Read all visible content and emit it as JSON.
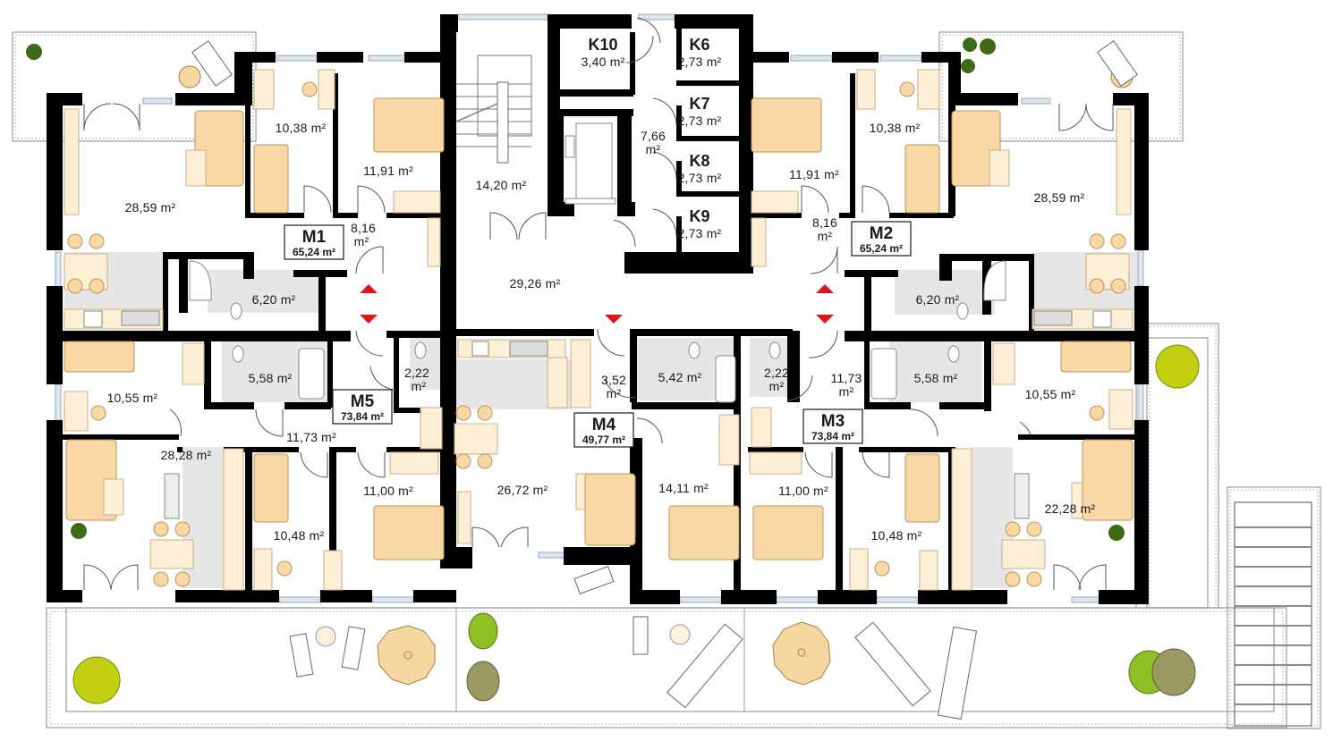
{
  "plan": {
    "title": "Floor plan",
    "colors": {
      "walls": "#000000",
      "furniture": "#f9d8a6",
      "wet_room_floor": "#e6e6e6",
      "circulation_arrows": "#e0141c",
      "plants_lime": "#c2cf13",
      "plants_olive": "#9c9a63"
    }
  },
  "apartments": {
    "m1": {
      "name": "M1",
      "area": "65,24 m²"
    },
    "m2": {
      "name": "M2",
      "area": "65,24 m²"
    },
    "m3": {
      "name": "M3",
      "area": "73,84 m²"
    },
    "m4": {
      "name": "M4",
      "area": "49,77 m²"
    },
    "m5": {
      "name": "M5",
      "area": "73,84 m²"
    }
  },
  "storage": {
    "k6": {
      "name": "K6",
      "area": "2,73 m²"
    },
    "k7": {
      "name": "K7",
      "area": "2,73 m²"
    },
    "k8": {
      "name": "K8",
      "area": "2,73 m²"
    },
    "k9": {
      "name": "K9",
      "area": "2,73 m²"
    },
    "k10": {
      "name": "K10",
      "area": "3,40 m²"
    }
  },
  "rooms": {
    "m1_living": "28,59 m²",
    "m1_room_a": "10,38 m²",
    "m1_room_b": "11,91 m²",
    "m1_hall_1": "8,16",
    "m1_hall_2": "m²",
    "m1_bath": "6,20 m²",
    "m2_living": "28,59 m²",
    "m2_room_a": "10,38 m²",
    "m2_room_b": "11,91 m²",
    "m2_hall_1": "8,16",
    "m2_hall_2": "m²",
    "m2_bath": "6,20 m²",
    "stairwell": "14,20 m²",
    "storage_corridor_1": "7,66",
    "storage_corridor_2": "m²",
    "common_corridor": "29,26 m²",
    "m5_bath": "5,58 m²",
    "m5_room_a": "10,55 m²",
    "m5_wc_1": "2,22",
    "m5_wc_2": "m²",
    "m5_hall": "11,73 m²",
    "m5_living": "28,28 m²",
    "m5_room_b": "10,48 m²",
    "m5_room_c": "11,00 m²",
    "m4_hall_1": "3,52",
    "m4_hall_2": "m²",
    "m4_bath": "5,42 m²",
    "m4_living": "26,72 m²",
    "m4_bedroom": "14,11 m²",
    "m3_wc_1": "2,22",
    "m3_wc_2": "m²",
    "m3_hall_1": "11,73",
    "m3_hall_2": "m²",
    "m3_bath": "5,58 m²",
    "m3_room_a": "10,55 m²",
    "m3_room_c": "11,00 m²",
    "m3_room_b": "10,48 m²",
    "m3_living": "22,28 m²"
  }
}
